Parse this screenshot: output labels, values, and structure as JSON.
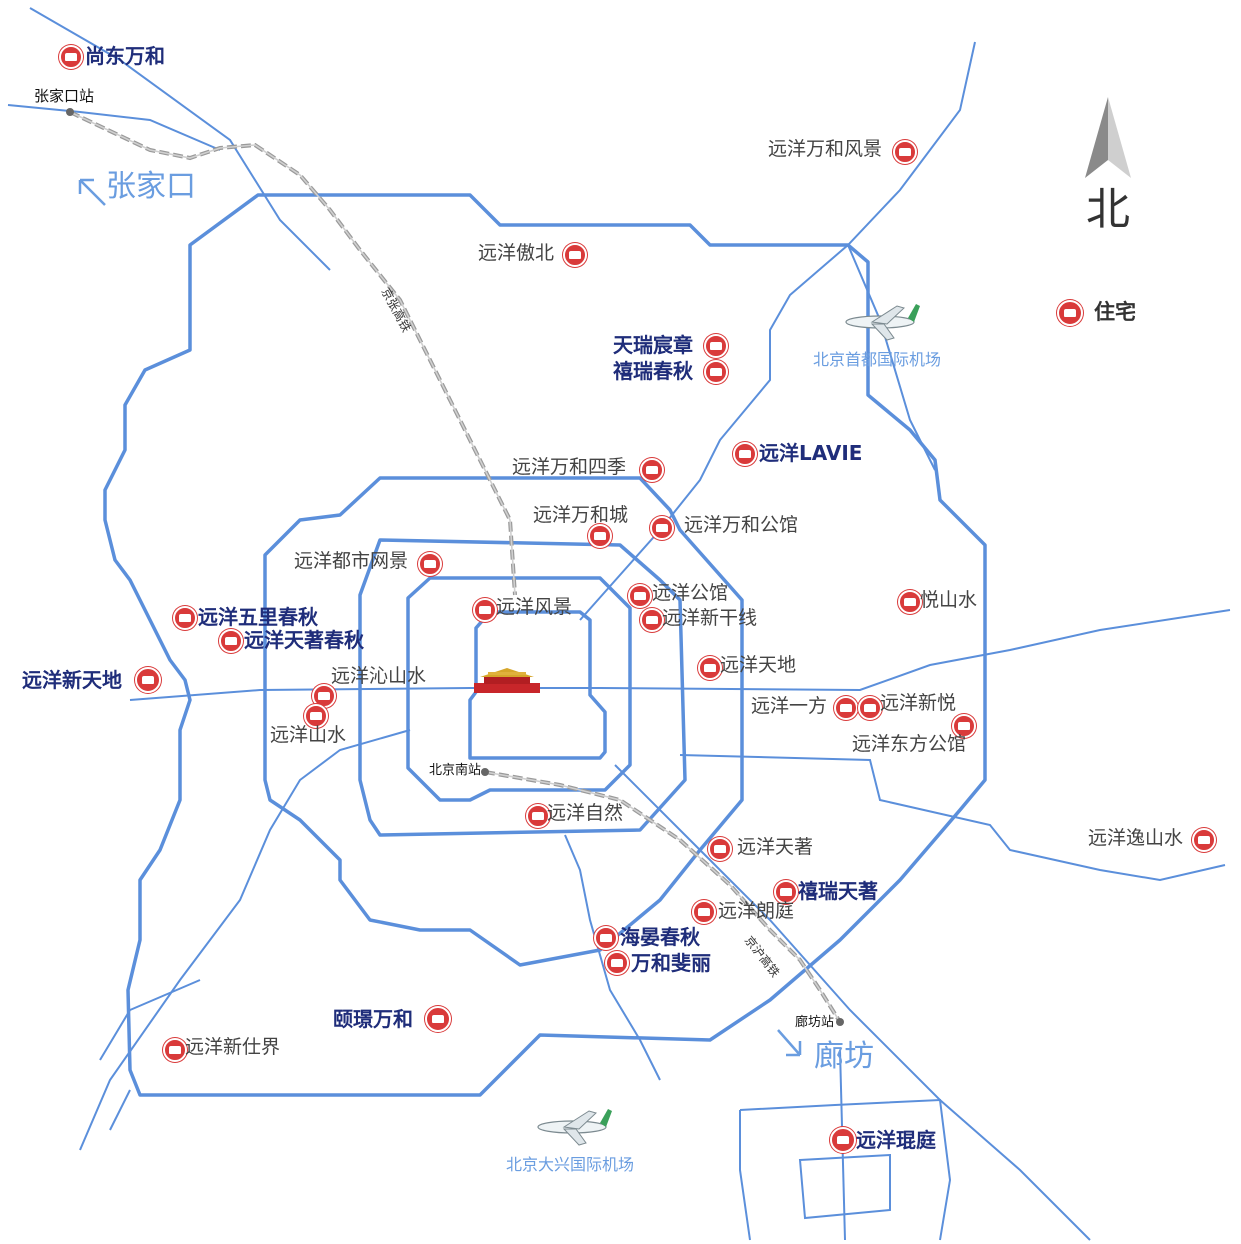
{
  "north_label": "北",
  "legend": {
    "residence": "住宅"
  },
  "cities": {
    "zhangjiakou": "张家口",
    "langfang": "廊坊"
  },
  "airports": {
    "capital": "北京首都国际机场",
    "daxing": "北京大兴国际机场"
  },
  "stations": {
    "zhangjiakou": "张家口站",
    "beijing_south": "北京南站",
    "langfang": "廊坊站"
  },
  "railways": {
    "jingzhang": "京张高铁",
    "jinghu": "京沪高铁"
  },
  "projects": {
    "shangdong_wanhe": "尚东万和",
    "yuanyang_wanhe_fengjing": "远洋万和风景",
    "yuanyang_aobei": "远洋傲北",
    "tianrui_chenzhang": "天瑞宸章",
    "xirui_chunqiu": "禧瑞春秋",
    "yuanyang_lavie": "远洋LAVIE",
    "yuanyang_wanhe_siji": "远洋万和四季",
    "yuanyang_wanhe_cheng": "远洋万和城",
    "yuanyang_wanhe_gongguan": "远洋万和公馆",
    "yuanyang_dushi_wangjing": "远洋都市网景",
    "yuanyang_gongguan": "远洋公馆",
    "yuanyang_fengjing": "远洋风景",
    "yuanyang_xinganxian": "远洋新干线",
    "yue_shanshui": "悦山水",
    "yuanyang_wuli_chunqiu": "远洋五里春秋",
    "yuanyang_tianzhu_chunqiu": "远洋天著春秋",
    "yuanyang_xin_tiandi": "远洋新天地",
    "yuanyang_qinshanshui": "远洋沁山水",
    "yuanyang_tiandi": "远洋天地",
    "yuanyang_yifang": "远洋一方",
    "yuanyang_xinyue": "远洋新悦",
    "yuanyang_dongfang_gongguan": "远洋东方公馆",
    "yuanyang_shanshui": "远洋山水",
    "yuanyang_ziran": "远洋自然",
    "yuanyang_yishanshui": "远洋逸山水",
    "yuanyang_tianzhu": "远洋天著",
    "xirui_tianzhu": "禧瑞天著",
    "yuanyang_langting": "远洋朗庭",
    "haiyan_chunqiu": "海晏春秋",
    "wanhe_feili": "万和斐丽",
    "yijing_wanhe": "颐璟万和",
    "yuanyang_xinshijie": "远洋新仕界",
    "yuanyang_kunting": "远洋琨庭"
  }
}
